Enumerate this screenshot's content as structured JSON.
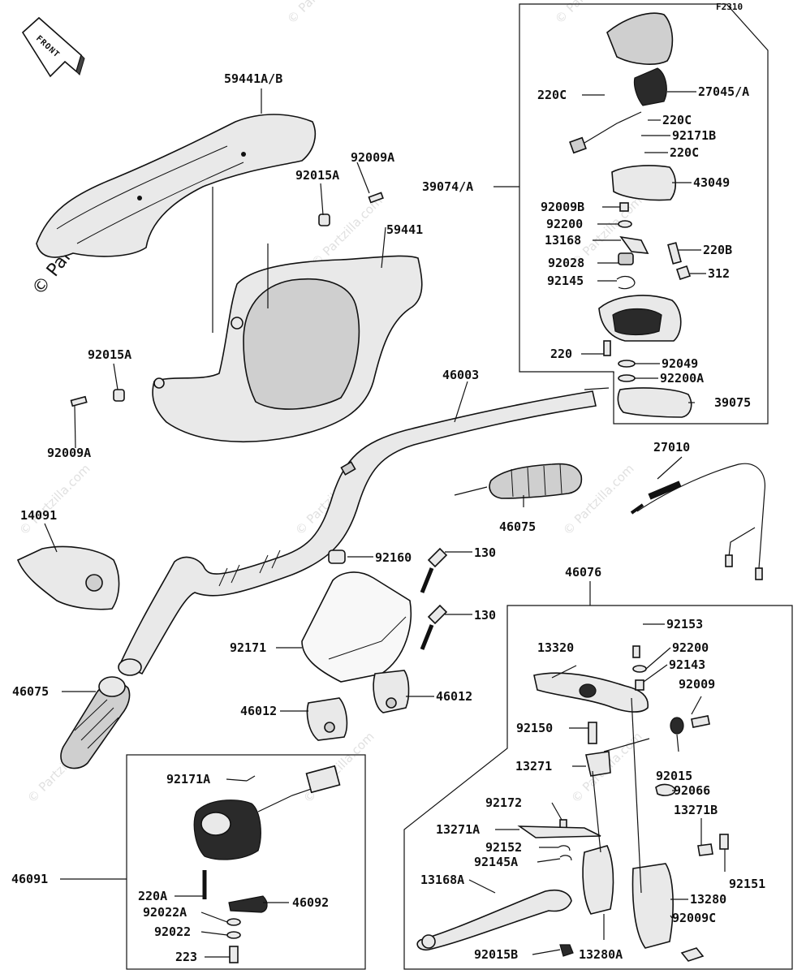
{
  "figure_id": "F2310",
  "front_label": "FRONT",
  "watermark": "© Partzilla.com",
  "callouts": [
    "59441A/B",
    "92009A",
    "92015A",
    "59441",
    "92015A",
    "92009A",
    "46003",
    "14091",
    "46075",
    "92160",
    "130",
    "130",
    "92171",
    "46012",
    "46012",
    "46075",
    "27010",
    "46076",
    "220C",
    "27045/A",
    "220C",
    "92171B",
    "220C",
    "39074/A",
    "43049",
    "92009B",
    "92200",
    "13168",
    "220B",
    "92028",
    "312",
    "92145",
    "220",
    "92049",
    "92200A",
    "39075",
    "92153",
    "13320",
    "92200",
    "92143",
    "92009",
    "92150",
    "92015",
    "13271",
    "92066",
    "92172",
    "13271B",
    "13271A",
    "92152",
    "92145A",
    "13168A",
    "92151",
    "13280",
    "92009C",
    "92015B",
    "13280A",
    "92171A",
    "46091",
    "220A",
    "46092",
    "92022A",
    "92022",
    "223"
  ]
}
